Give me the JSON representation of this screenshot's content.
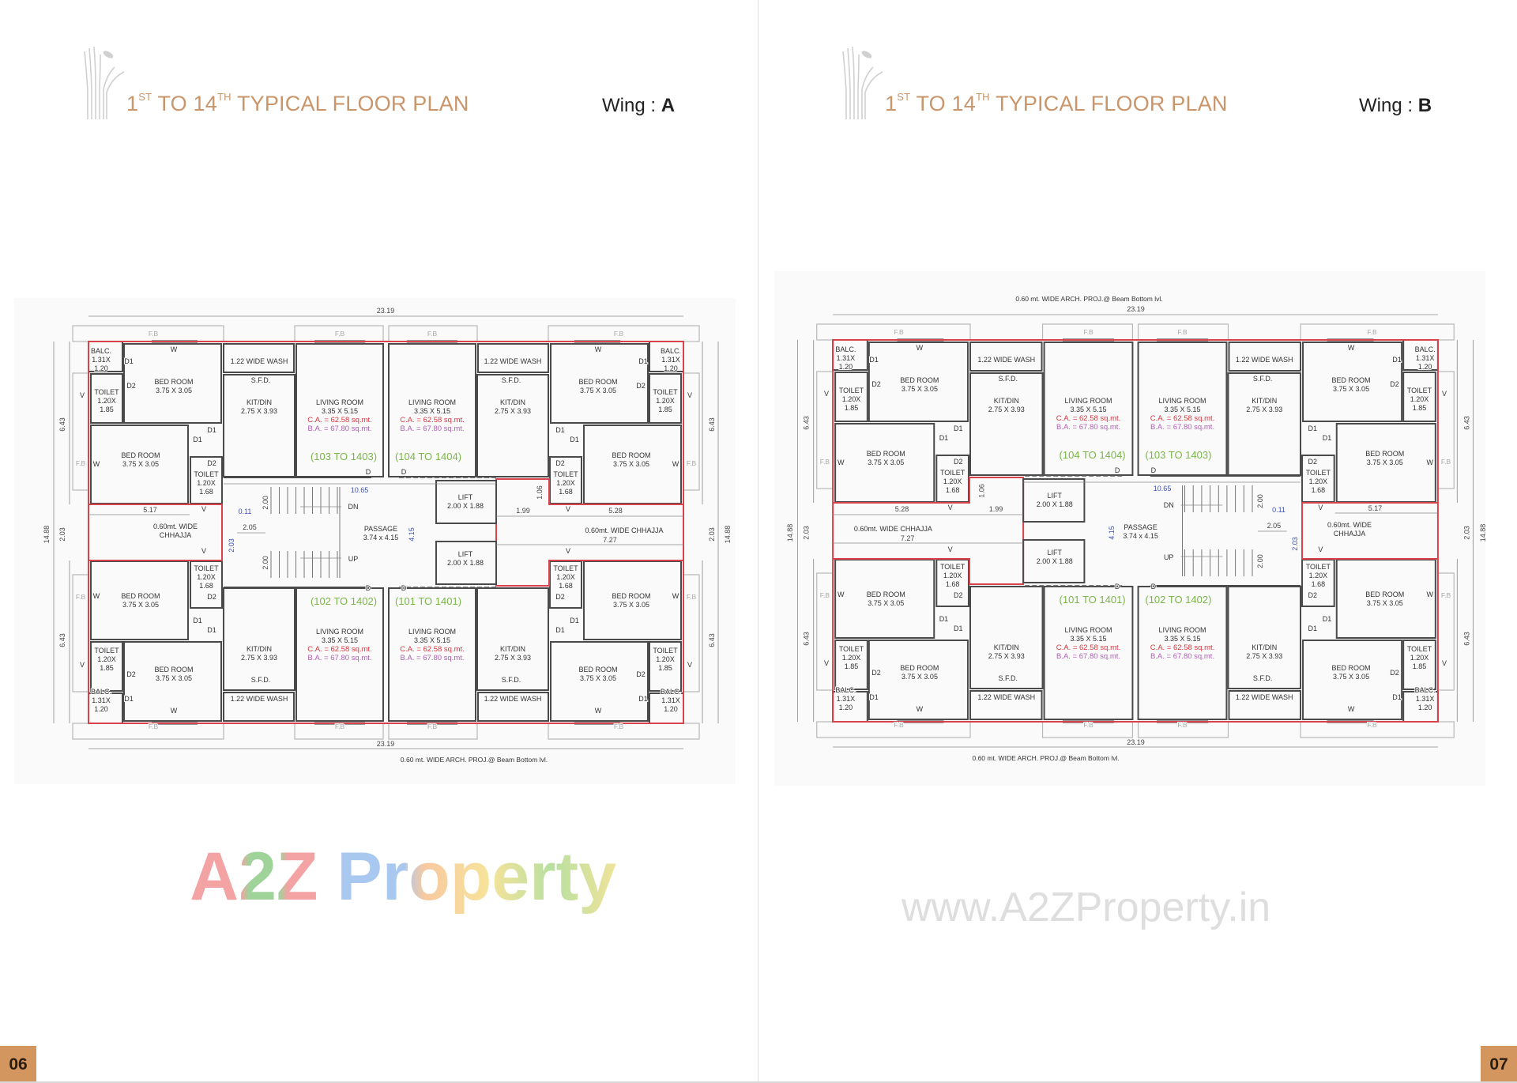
{
  "wings": [
    {
      "title": {
        "n1": "1",
        "s1": "ST",
        "mid": " TO 14",
        "s2": "TH",
        "rest": " TYPICAL FLOOR PLAN"
      },
      "wing_prefix": "Wing : ",
      "wing_letter": "A",
      "page_number": "06",
      "units": [
        "(103 TO 1403)",
        "(104 TO 1404)",
        "(102 TO 1402)",
        "(101 TO 1401)"
      ]
    },
    {
      "title": {
        "n1": "1",
        "s1": "ST",
        "mid": " TO 14",
        "s2": "TH",
        "rest": " TYPICAL FLOOR PLAN"
      },
      "wing_prefix": "Wing : ",
      "wing_letter": "B",
      "page_number": "07",
      "units": [
        "(104 TO 1404)",
        "(103 TO 1403)",
        "(101 TO 1401)",
        "(102 TO 1402)"
      ]
    }
  ],
  "plan": {
    "labels": {
      "balc": "BALC.",
      "balc_size_1": "1.31X",
      "balc_size_2": "1.20",
      "bed_room": "BED ROOM",
      "bed_size": "3.75 X 3.05",
      "toilet": "TOILET",
      "toilet_size_1": "1.20X",
      "toilet_a_size_2": "1.85",
      "toilet_b_size_2": "1.68",
      "wash": "1.22 WIDE WASH",
      "sfd": "S.F.D.",
      "kit": "KIT/DIN",
      "kit_size": "2.75 X 3.93",
      "living": "LIVING ROOM",
      "living_size": "3.35 X 5.15",
      "ca": "C.A. = 62.58 sq.mt.",
      "ba": "B.A. = 67.80 sq.mt.",
      "w": "W",
      "d": "D",
      "d1": "D1",
      "d2": "D2",
      "v": "V",
      "fb": "F.B",
      "passage": "PASSAGE",
      "passage_size": "3.74 x 4.15",
      "lift": "LIFT",
      "lift_size": "2.00 X 1.88",
      "up": "UP",
      "dn": "DN",
      "chhajja_1": "0.60mt. WIDE",
      "chhajja_2": "CHHAJJA",
      "chhajja_full": "0.60mt. WIDE CHHAJJA",
      "arch_note": "0.60 mt. WIDE ARCH. PROJ.@ Beam Bottom lvl."
    },
    "dims": {
      "overall_width": "23.19",
      "overall_depth": "14.88",
      "wing_depth": "6.43",
      "gap": "2.03",
      "passage_width": "10.65",
      "passage_depth": "4.15",
      "stair_flight": "2.00",
      "stair_width": "2.05",
      "offset": "0.11",
      "left_span": "5.17",
      "right_span": "5.28",
      "lobby_span": "1.99",
      "lobby_depth": "1.06",
      "right_total": "7.27"
    },
    "colors": {
      "outline": "#d9424a",
      "unit_number": "#7ab648",
      "carpet_area": "#d9363e",
      "built_area": "#b05fb5",
      "title": "#c9956b"
    }
  },
  "watermark_logo": "A2Z Property",
  "watermark_url": "www.A2ZProperty.in"
}
